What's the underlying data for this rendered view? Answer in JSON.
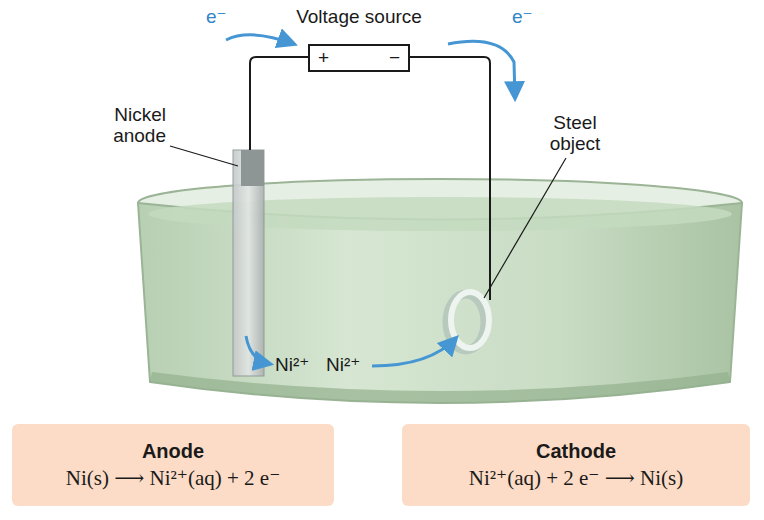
{
  "diagram": {
    "nodes": [
      {
        "text": [
          "Voltage source",
          "+",
          "−"
        ]
      },
      {
        "text": [
          "Anode",
          "Ni(s) ⟶ Ni²⁺(aq) + 2 e⁻"
        ]
      },
      {
        "text": [
          "Cathode",
          "Ni²⁺(aq) + 2 e⁻ ⟶ Ni(s)"
        ]
      }
    ],
    "labels": [
      "e⁻",
      "e⁻",
      "Nickel anode",
      "Steel object",
      "Ni²⁺",
      "Ni²⁺"
    ]
  }
}
